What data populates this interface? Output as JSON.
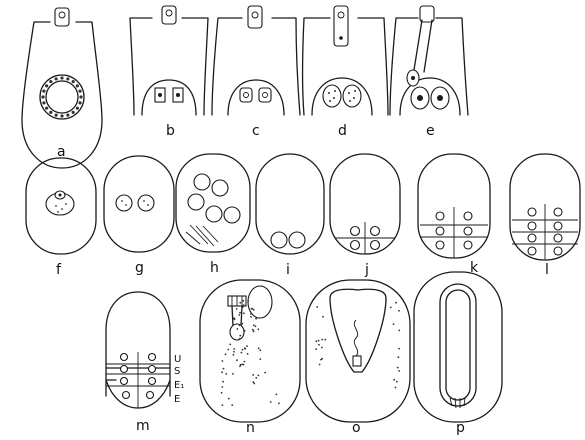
{
  "panels": {
    "a": "a",
    "b": "b",
    "c": "c",
    "d": "d",
    "e": "e",
    "f": "f",
    "g": "g",
    "h": "h",
    "i": "i",
    "j": "j",
    "k": "k",
    "l": "l",
    "m": "m",
    "n": "n",
    "o": "o",
    "p": "p"
  },
  "region_labels": {
    "u": "U",
    "s": "S",
    "e1": "E₁",
    "e": "E"
  },
  "colors": {
    "ink": "#1a1a1a",
    "paper": "#ffffff"
  }
}
